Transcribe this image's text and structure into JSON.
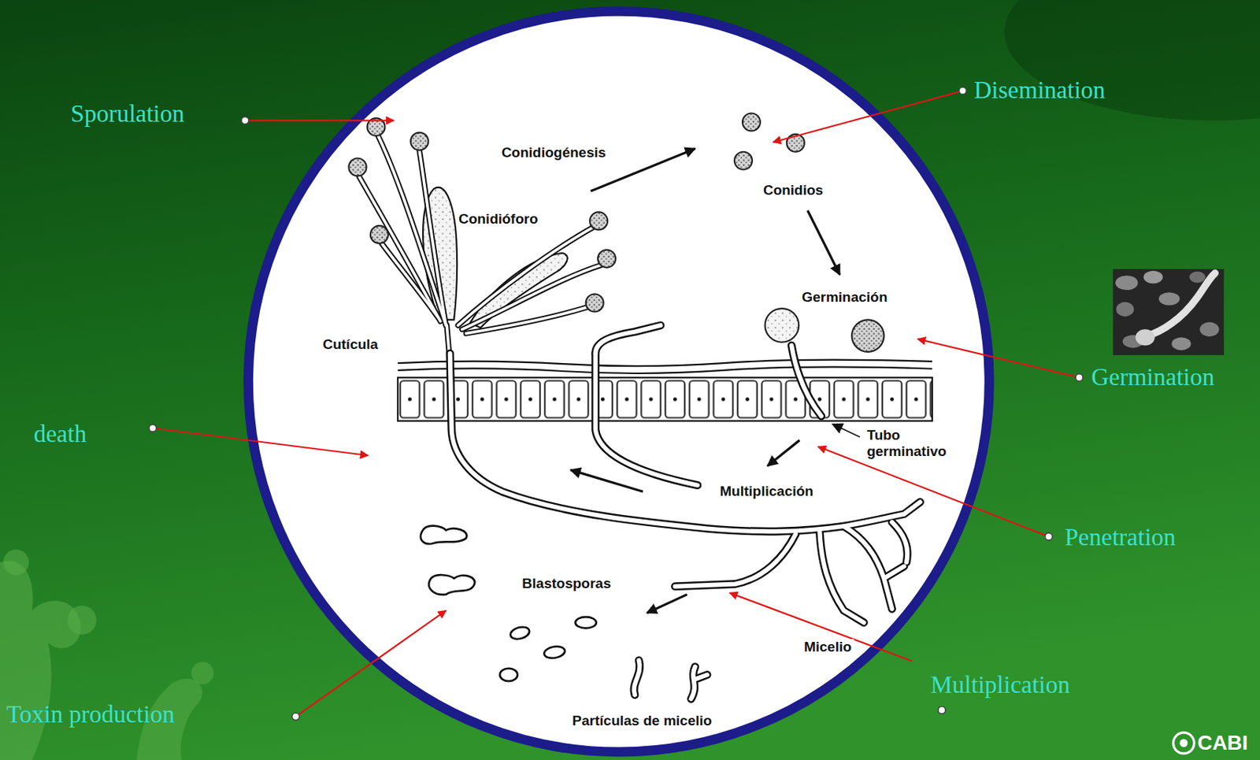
{
  "diagram": {
    "labels": [
      "Sporulation",
      "Disemination",
      "Conidiogénesis",
      "Conidios",
      "Conidióforo",
      "Germinación",
      "Cutícula",
      "Germination",
      "death",
      "Tubo germinativo",
      "Multiplicación",
      "Penetration",
      "Blastosporas",
      "Micelio",
      "Multiplication",
      "Toxin production",
      "Partículas de micelio",
      "CABI"
    ]
  }
}
